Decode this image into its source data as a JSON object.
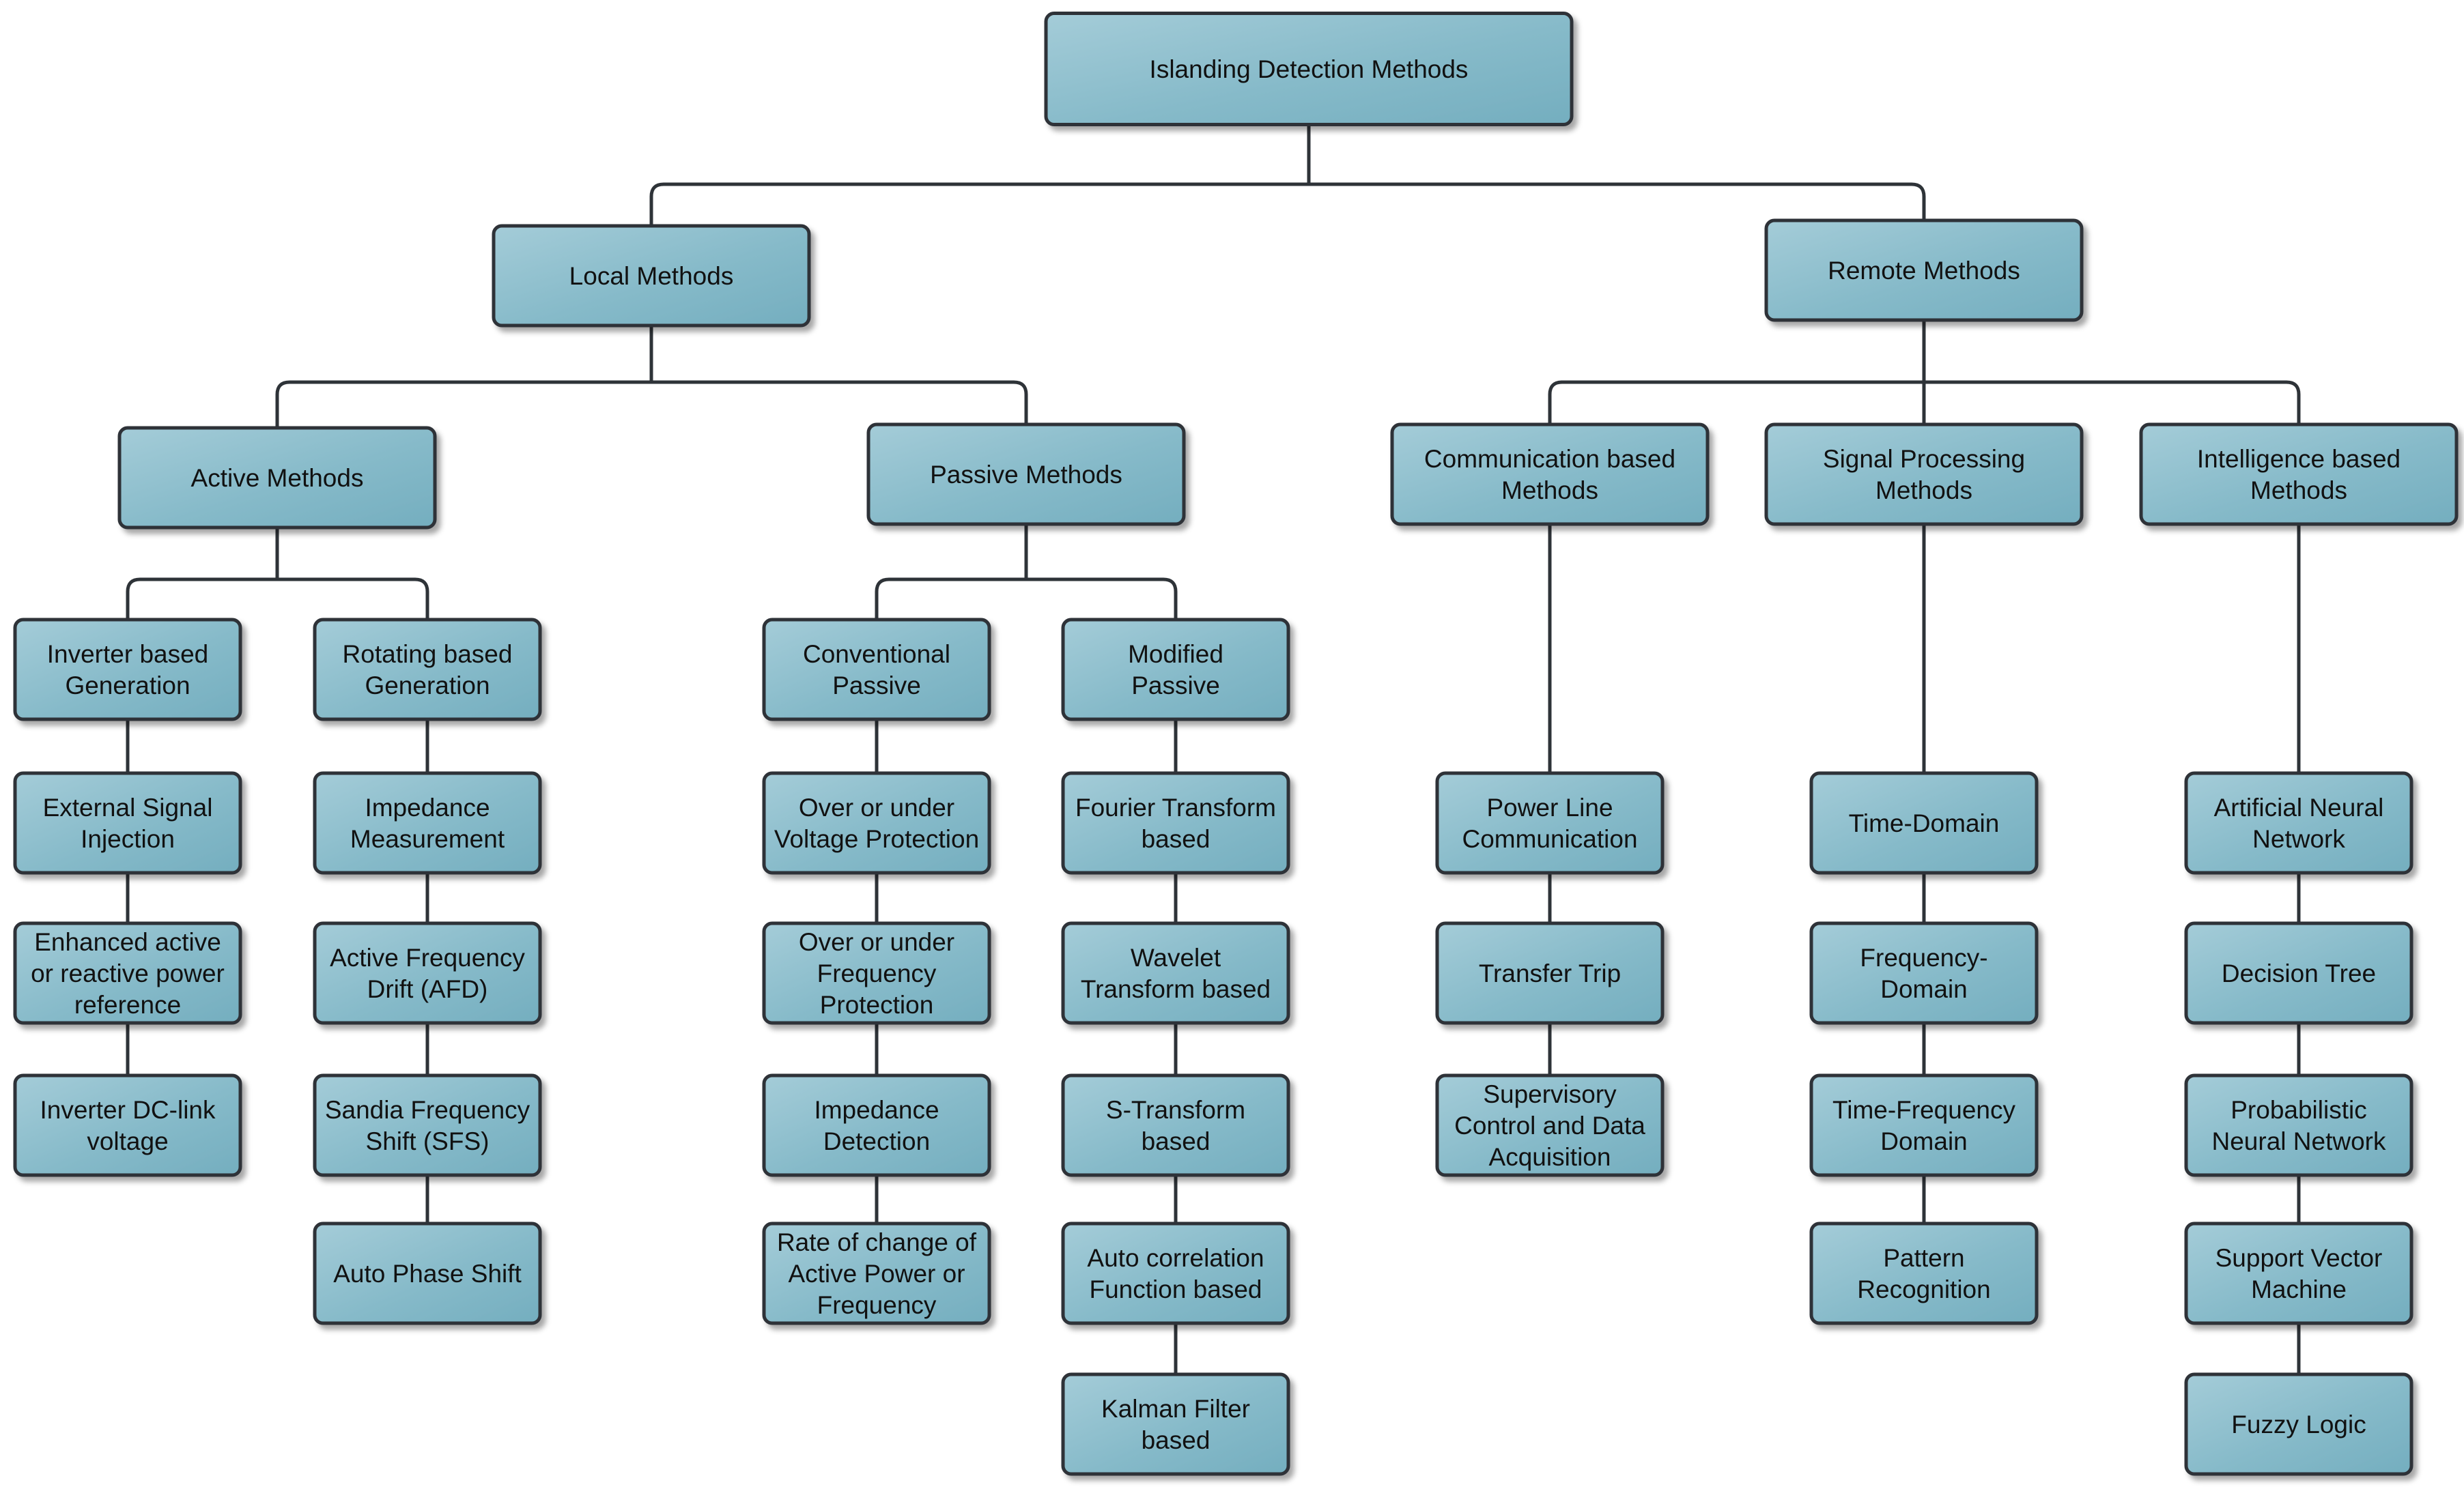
{
  "diagram": {
    "nodes": [
      {
        "id": "root",
        "lines": [
          "Islanding Detection Methods"
        ]
      },
      {
        "id": "local",
        "lines": [
          "Local Methods"
        ]
      },
      {
        "id": "remote",
        "lines": [
          "Remote Methods"
        ]
      },
      {
        "id": "active",
        "lines": [
          "Active Methods"
        ]
      },
      {
        "id": "passive",
        "lines": [
          "Passive Methods"
        ]
      },
      {
        "id": "comm",
        "lines": [
          "Communication based",
          "Methods"
        ]
      },
      {
        "id": "signal",
        "lines": [
          "Signal Processing",
          "Methods"
        ]
      },
      {
        "id": "intel",
        "lines": [
          "Intelligence based",
          "Methods"
        ]
      },
      {
        "id": "inverter",
        "lines": [
          "Inverter based",
          "Generation"
        ]
      },
      {
        "id": "rotating",
        "lines": [
          "Rotating based",
          "Generation"
        ]
      },
      {
        "id": "conventional",
        "lines": [
          "Conventional",
          "Passive"
        ]
      },
      {
        "id": "modified",
        "lines": [
          "Modified",
          "Passive"
        ]
      },
      {
        "id": "ext_signal",
        "lines": [
          "External Signal",
          "Injection"
        ]
      },
      {
        "id": "enhanced",
        "lines": [
          "Enhanced active",
          "or reactive power",
          "reference"
        ]
      },
      {
        "id": "dc_link",
        "lines": [
          "Inverter DC-link",
          "voltage"
        ]
      },
      {
        "id": "impedance_meas",
        "lines": [
          "Impedance",
          "Measurement"
        ]
      },
      {
        "id": "afd",
        "lines": [
          "Active Frequency",
          "Drift (AFD)"
        ]
      },
      {
        "id": "sfs",
        "lines": [
          "Sandia Frequency",
          "Shift (SFS)"
        ]
      },
      {
        "id": "auto_phase",
        "lines": [
          "Auto Phase Shift"
        ]
      },
      {
        "id": "ouvp",
        "lines": [
          "Over or under",
          "Voltage Protection"
        ]
      },
      {
        "id": "oufp",
        "lines": [
          "Over or under",
          "Frequency",
          "Protection"
        ]
      },
      {
        "id": "impedance_det",
        "lines": [
          "Impedance",
          "Detection"
        ]
      },
      {
        "id": "rocof",
        "lines": [
          "Rate of change of",
          "Active Power or",
          "Frequency"
        ]
      },
      {
        "id": "fourier",
        "lines": [
          "Fourier Transform",
          "based"
        ]
      },
      {
        "id": "wavelet",
        "lines": [
          "Wavelet",
          "Transform based"
        ]
      },
      {
        "id": "stransform",
        "lines": [
          "S-Transform",
          "based"
        ]
      },
      {
        "id": "autocorr",
        "lines": [
          "Auto correlation",
          "Function based"
        ]
      },
      {
        "id": "kalman",
        "lines": [
          "Kalman Filter",
          "based"
        ]
      },
      {
        "id": "plc",
        "lines": [
          "Power Line",
          "Communication"
        ]
      },
      {
        "id": "transfer_trip",
        "lines": [
          "Transfer Trip"
        ]
      },
      {
        "id": "scada",
        "lines": [
          "Supervisory",
          "Control and Data",
          "Acquisition"
        ]
      },
      {
        "id": "time_domain",
        "lines": [
          "Time-Domain"
        ]
      },
      {
        "id": "freq_domain",
        "lines": [
          "Frequency-",
          "Domain"
        ]
      },
      {
        "id": "tf_domain",
        "lines": [
          "Time-Frequency",
          "Domain"
        ]
      },
      {
        "id": "pattern",
        "lines": [
          "Pattern",
          "Recognition"
        ]
      },
      {
        "id": "ann",
        "lines": [
          "Artificial Neural",
          "Network"
        ]
      },
      {
        "id": "dtree",
        "lines": [
          "Decision Tree"
        ]
      },
      {
        "id": "pnn",
        "lines": [
          "Probabilistic",
          "Neural Network"
        ]
      },
      {
        "id": "svm",
        "lines": [
          "Support Vector",
          "Machine"
        ]
      },
      {
        "id": "fuzzy",
        "lines": [
          "Fuzzy Logic"
        ]
      }
    ]
  }
}
